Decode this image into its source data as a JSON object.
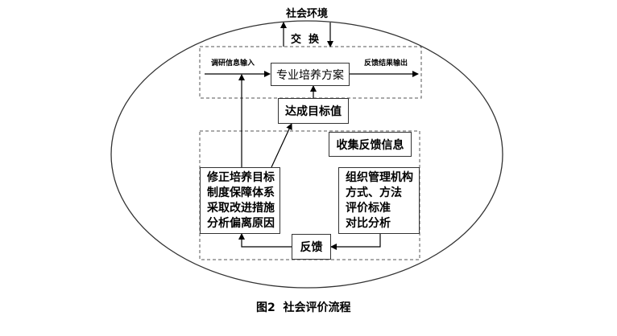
{
  "diagram": {
    "environment_label": "社会环境",
    "exchange_label": "交  换",
    "input_label": "调研信息输入",
    "output_label": "反馈结果输出",
    "plan_box": "专业培养方案",
    "target_box": "达成目标值",
    "collect_box": "收集反馈信息",
    "correct_box_lines": [
      "修正培养目标",
      "制度保障体系",
      "采取改进措施",
      "分析偏离原因"
    ],
    "org_box_lines": [
      "组织管理机构",
      "方式、方法",
      "评价标准",
      "对比分析"
    ],
    "feedback_box": "反馈",
    "caption": "图2  社会评价流程"
  }
}
